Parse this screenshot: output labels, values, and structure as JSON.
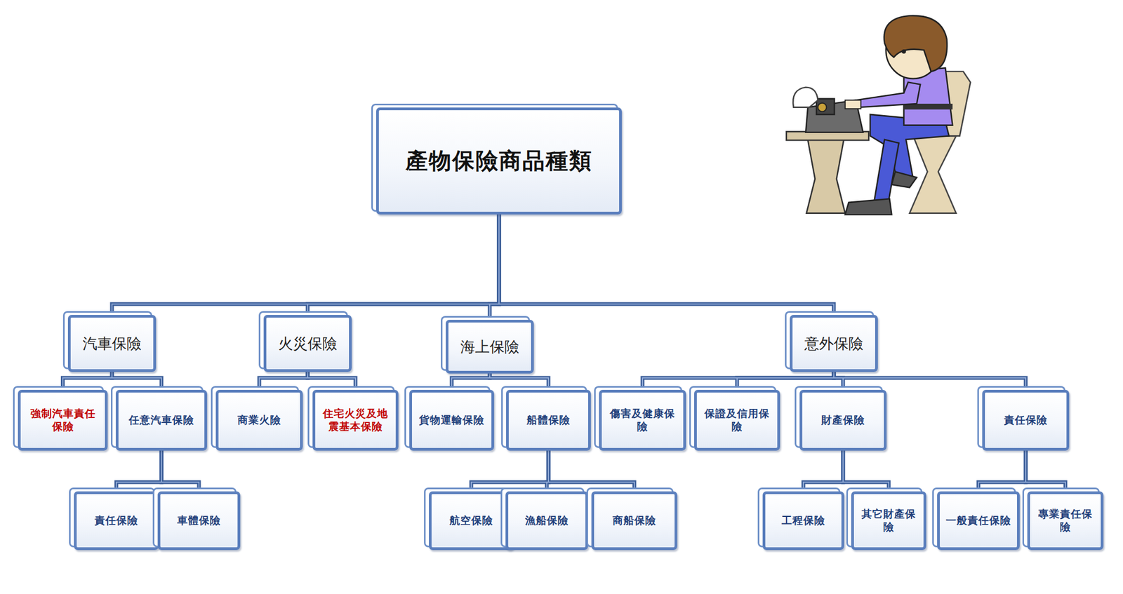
{
  "diagram": {
    "nodes": [
      {
        "text": [
          "產物保險商品種類"
        ]
      },
      {
        "text": [
          "汽車保險"
        ]
      },
      {
        "text": [
          "火災保險"
        ]
      },
      {
        "text": [
          "海上保險"
        ]
      },
      {
        "text": [
          "意外保險"
        ]
      },
      {
        "text": [
          "強制汽車責任保險"
        ]
      },
      {
        "text": [
          "任意汽車保險"
        ]
      },
      {
        "text": [
          "責任保險"
        ]
      },
      {
        "text": [
          "車體保險"
        ]
      },
      {
        "text": [
          "商業火險"
        ]
      },
      {
        "text": [
          "住宅火災及地震基本保險"
        ]
      },
      {
        "text": [
          "貨物運輸保險"
        ]
      },
      {
        "text": [
          "船體保險"
        ]
      },
      {
        "text": [
          "航空保險"
        ]
      },
      {
        "text": [
          "漁船保險"
        ]
      },
      {
        "text": [
          "商船保險"
        ]
      },
      {
        "text": [
          "傷害及健康保險"
        ]
      },
      {
        "text": [
          "保證及信用保險"
        ]
      },
      {
        "text": [
          "財產保險"
        ]
      },
      {
        "text": [
          "責任保險"
        ]
      },
      {
        "text": [
          "工程保險"
        ]
      },
      {
        "text": [
          "其它財產保險"
        ]
      },
      {
        "text": [
          "一般責任保險"
        ]
      },
      {
        "text": [
          "專業責任保險"
        ]
      }
    ],
    "edges": [
      {
        "from": 0,
        "to": 1,
        "arrow": "none"
      },
      {
        "from": 0,
        "to": 2,
        "arrow": "none"
      },
      {
        "from": 0,
        "to": 3,
        "arrow": "none"
      },
      {
        "from": 0,
        "to": 4,
        "arrow": "none"
      },
      {
        "from": 1,
        "to": 5,
        "arrow": "none"
      },
      {
        "from": 1,
        "to": 6,
        "arrow": "none"
      },
      {
        "from": 6,
        "to": 7,
        "arrow": "none"
      },
      {
        "from": 6,
        "to": 8,
        "arrow": "none"
      },
      {
        "from": 2,
        "to": 9,
        "arrow": "none"
      },
      {
        "from": 2,
        "to": 10,
        "arrow": "none"
      },
      {
        "from": 3,
        "to": 11,
        "arrow": "none"
      },
      {
        "from": 3,
        "to": 12,
        "arrow": "none"
      },
      {
        "from": 12,
        "to": 13,
        "arrow": "none"
      },
      {
        "from": 12,
        "to": 14,
        "arrow": "none"
      },
      {
        "from": 12,
        "to": 15,
        "arrow": "none"
      },
      {
        "from": 4,
        "to": 16,
        "arrow": "none"
      },
      {
        "from": 4,
        "to": 17,
        "arrow": "none"
      },
      {
        "from": 4,
        "to": 18,
        "arrow": "none"
      },
      {
        "from": 4,
        "to": 19,
        "arrow": "none"
      },
      {
        "from": 18,
        "to": 20,
        "arrow": "none"
      },
      {
        "from": 18,
        "to": 21,
        "arrow": "none"
      },
      {
        "from": 19,
        "to": 22,
        "arrow": "none"
      },
      {
        "from": 19,
        "to": 23,
        "arrow": "none"
      }
    ]
  }
}
